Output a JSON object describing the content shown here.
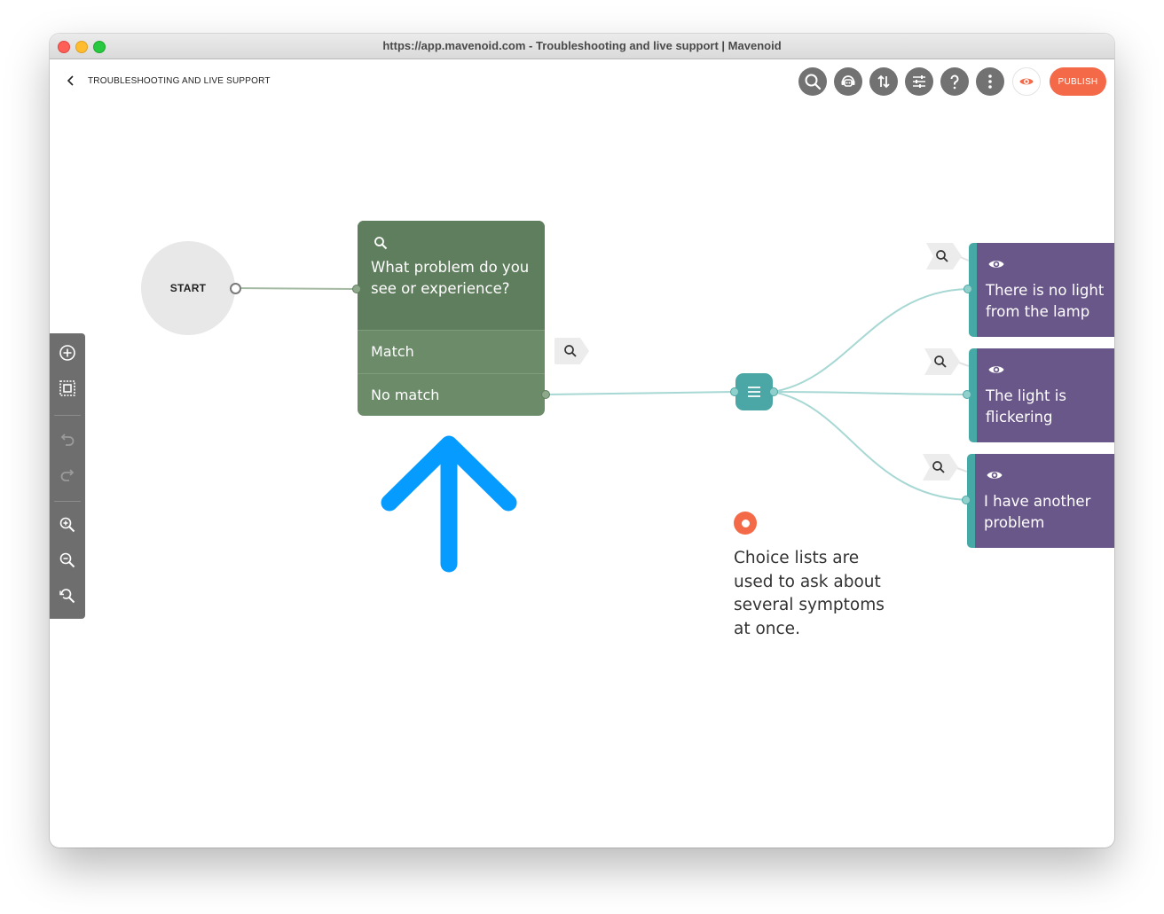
{
  "window": {
    "title": "https://app.mavenoid.com - Troubleshooting and live support | Mavenoid"
  },
  "appbar": {
    "back_icon": "chevron-left-icon",
    "title": "TROUBLESHOOTING AND LIVE SUPPORT",
    "toolbar": [
      {
        "name": "search",
        "icon": "search-icon"
      },
      {
        "name": "assistant",
        "icon": "robot-icon"
      },
      {
        "name": "import-export",
        "icon": "swap-vertical-icon"
      },
      {
        "name": "settings",
        "icon": "sliders-icon"
      },
      {
        "name": "help",
        "icon": "question-mark-icon"
      },
      {
        "name": "more",
        "icon": "more-vertical-icon"
      }
    ],
    "preview_icon": "eye-icon",
    "publish_label": "PUBLISH"
  },
  "toolbox": {
    "items": [
      {
        "name": "add-node",
        "icon": "plus-circle-icon"
      },
      {
        "name": "select-area",
        "icon": "select-area-icon"
      },
      {
        "name": "undo",
        "icon": "undo-icon",
        "enabled": false
      },
      {
        "name": "redo",
        "icon": "redo-icon",
        "enabled": false
      },
      {
        "name": "zoom-in",
        "icon": "zoom-in-icon"
      },
      {
        "name": "zoom-out",
        "icon": "zoom-out-icon"
      },
      {
        "name": "zoom-reset",
        "icon": "zoom-reset-icon"
      }
    ]
  },
  "flow": {
    "start_label": "START",
    "question_node": {
      "icon": "search-icon",
      "text": "What problem do you see or experience?",
      "outputs": [
        "Match",
        "No match"
      ]
    },
    "choice_node": {
      "icon": "list-icon"
    },
    "answers": [
      {
        "icon": "eye-icon",
        "text": "There is no light from the lamp"
      },
      {
        "icon": "eye-icon",
        "text": "The light is flickering"
      },
      {
        "icon": "eye-icon",
        "text": "I have another problem"
      }
    ]
  },
  "hint": {
    "text": "Choice lists are used to ask about several symptoms at once."
  },
  "colors": {
    "accent": "#f46a48",
    "question_node": "#6b8b69",
    "choice_node": "#4ba7a5",
    "answer_node": "#6a5789",
    "arrow": "#069bff"
  }
}
